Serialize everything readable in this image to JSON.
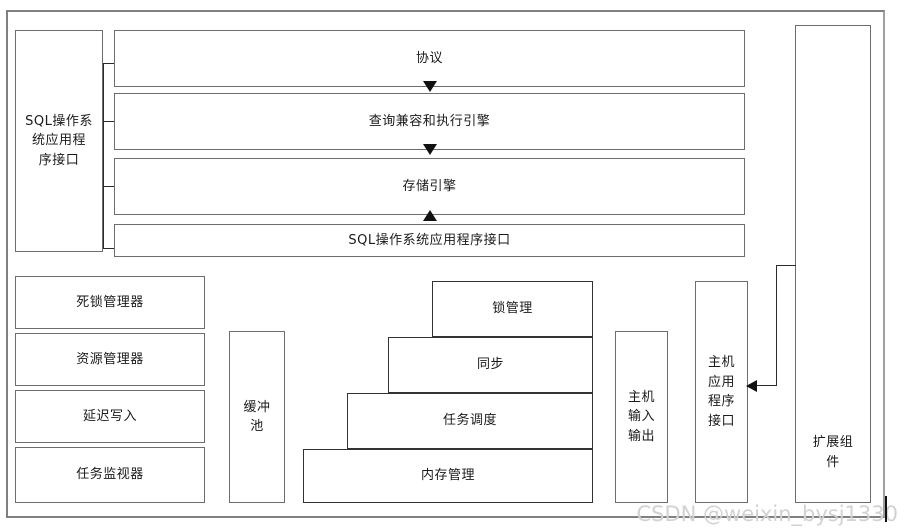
{
  "diagram": {
    "title_watermark": "CSDN @weixin_bysj1330",
    "left_api": {
      "label": "SQL操作系\n统应用程\n序接口"
    },
    "stack_bars": [
      {
        "label": "协议"
      },
      {
        "label": "查询兼容和执行引擎"
      },
      {
        "label": "存储引擎"
      },
      {
        "label": "SQL操作系统应用程序接口"
      }
    ],
    "manager_column": [
      {
        "label": "死锁管理器"
      },
      {
        "label": "资源管理器"
      },
      {
        "label": "延迟写入"
      },
      {
        "label": "任务监视器"
      }
    ],
    "buffer_pool": {
      "label": "缓冲\n池"
    },
    "pyramid": [
      {
        "label": "锁管理"
      },
      {
        "label": "同步"
      },
      {
        "label": "任务调度"
      },
      {
        "label": "内存管理"
      }
    ],
    "host_io": {
      "label": "主机\n输入\n输出"
    },
    "host_api": {
      "label": "主机\n应用\n程序\n接口"
    },
    "extension": {
      "label": "扩展组\n件"
    }
  },
  "colors": {
    "frame": "#808080",
    "box_border": "#6d6d6d",
    "arrow": "#111111",
    "text": "#1a1a1a",
    "watermark": "#d2d2d2"
  }
}
